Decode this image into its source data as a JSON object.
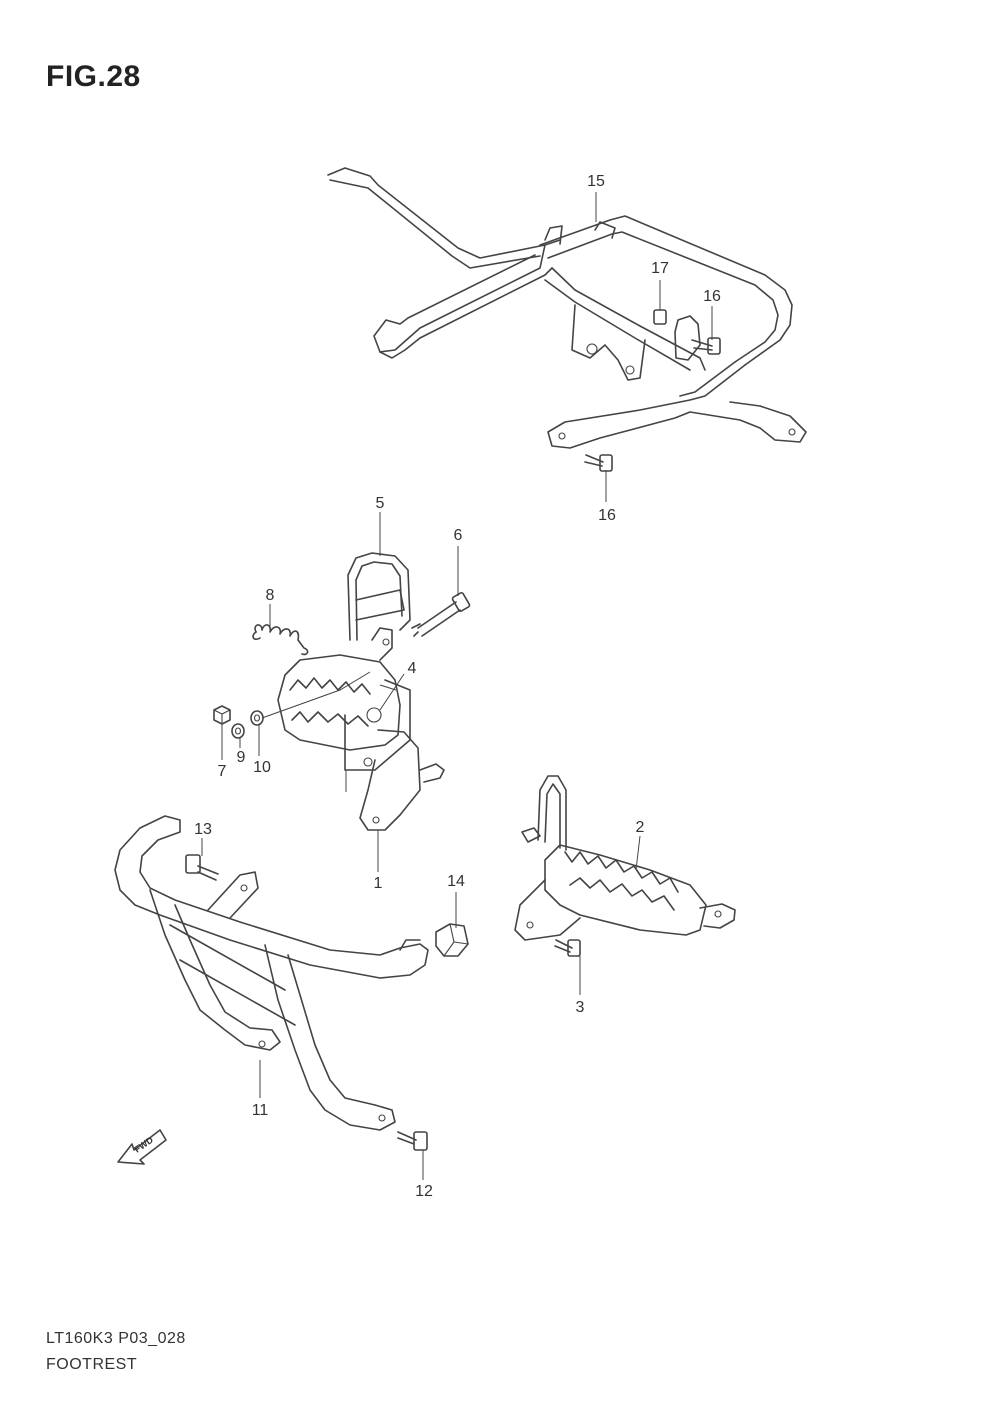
{
  "figure": {
    "title": "FIG.28",
    "model_code": "LT160K3 P03_028",
    "section": "FOOTREST",
    "fwd_mark": "FWD"
  },
  "callouts": {
    "c1": "1",
    "c2": "2",
    "c3": "3",
    "c4": "4",
    "c5": "5",
    "c6": "6",
    "c7": "7",
    "c8": "8",
    "c9": "9",
    "c10": "10",
    "c11": "11",
    "c12": "12",
    "c13": "13",
    "c14": "14",
    "c15": "15",
    "c16a": "16",
    "c16b": "16",
    "c17": "17"
  }
}
